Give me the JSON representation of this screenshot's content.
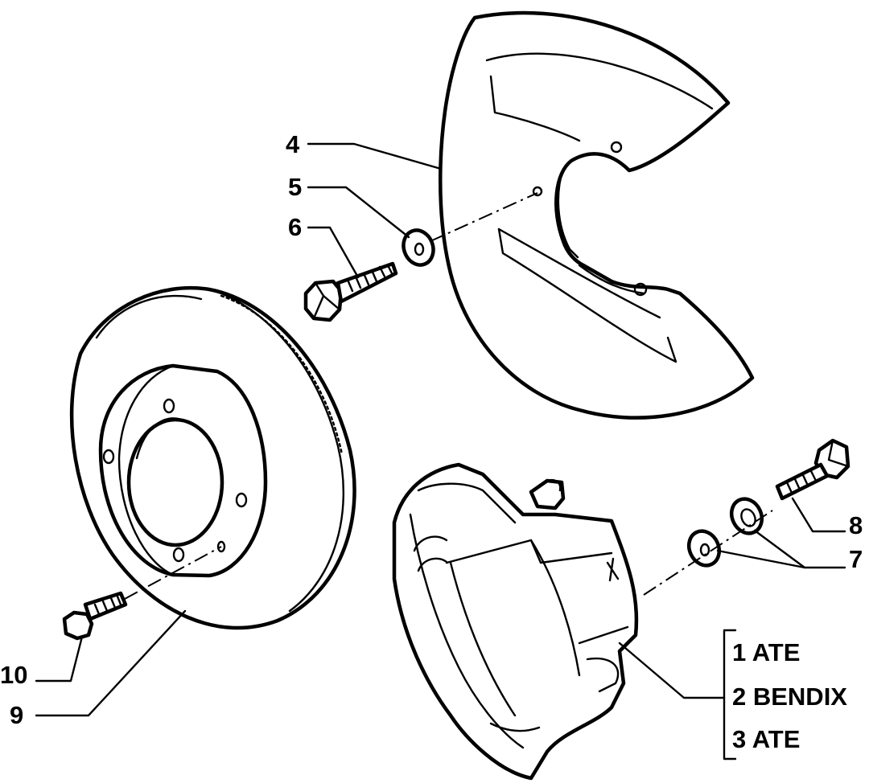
{
  "callouts": {
    "c1": "4",
    "c2": "5",
    "c3": "6",
    "c4": "8",
    "c5": "7",
    "c6": "10",
    "c7": "9"
  },
  "variants": [
    "1 ATE",
    "2 BENDIX",
    "3 ATE"
  ]
}
